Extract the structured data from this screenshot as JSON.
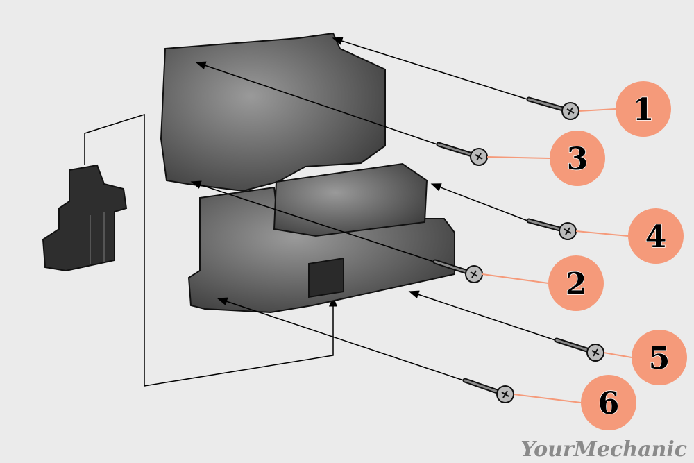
{
  "logo": "YourMechanic",
  "callouts": [
    "1",
    "2",
    "3",
    "4",
    "5",
    "6"
  ],
  "colors": {
    "callout": "#f59a7a",
    "part": "#5a5a5a",
    "background": "#ebebeb"
  }
}
